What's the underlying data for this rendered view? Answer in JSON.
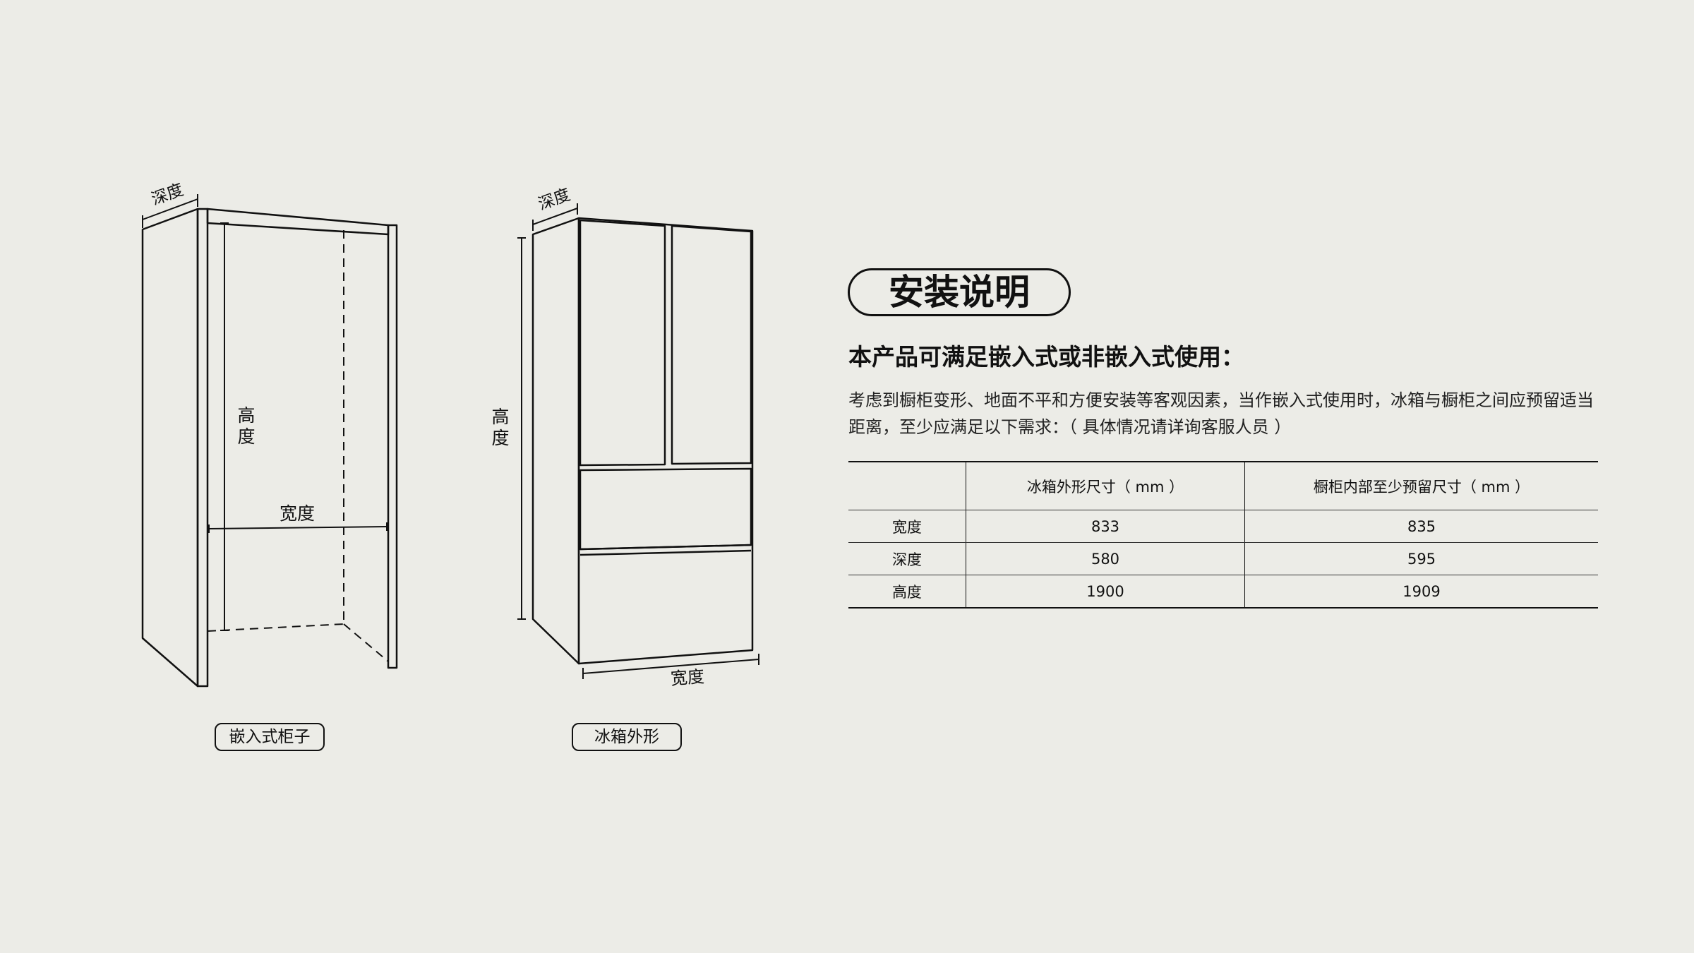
{
  "diagram": {
    "cabinet_labels": {
      "depth": "深度",
      "height_1": "高",
      "height_2": "度",
      "width": "宽度"
    },
    "fridge_labels": {
      "depth": "深度",
      "height_1": "高",
      "height_2": "度",
      "width": "宽度"
    },
    "captions": {
      "cabinet": "嵌入式柜子",
      "fridge": "冰箱外形"
    }
  },
  "info": {
    "title": "安装说明",
    "subtitle": "本产品可满足嵌入式或非嵌入式使用：",
    "description": "考虑到橱柜变形、地面不平和方便安装等客观因素，当作嵌入式使用时，冰箱与橱柜之间应预留适当距离，至少应满足以下需求：（ 具体情况请详询客服人员 ）"
  },
  "table": {
    "headers": [
      "",
      "冰箱外形尺寸（ mm ）",
      "橱柜内部至少预留尺寸（ mm ）"
    ],
    "rows": [
      [
        "宽度",
        "833",
        "835"
      ],
      [
        "深度",
        "580",
        "595"
      ],
      [
        "高度",
        "1900",
        "1909"
      ]
    ]
  }
}
